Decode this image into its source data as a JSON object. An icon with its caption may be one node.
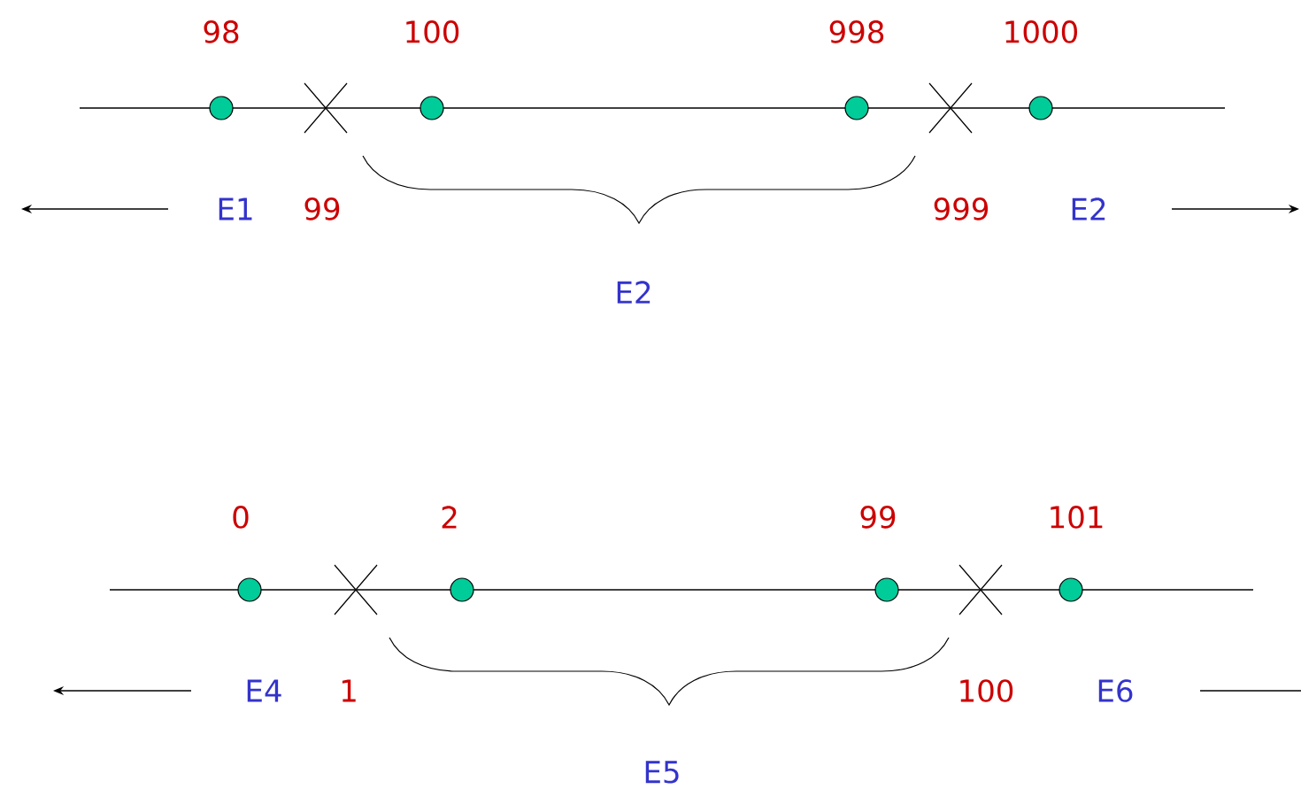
{
  "diagram": {
    "labels": [
      "98",
      "100",
      "998",
      "1000",
      "E1",
      "99",
      "999",
      "E2",
      "E2",
      "0",
      "2",
      "99",
      "101",
      "E4",
      "1",
      "100",
      "E6",
      "E5"
    ]
  }
}
